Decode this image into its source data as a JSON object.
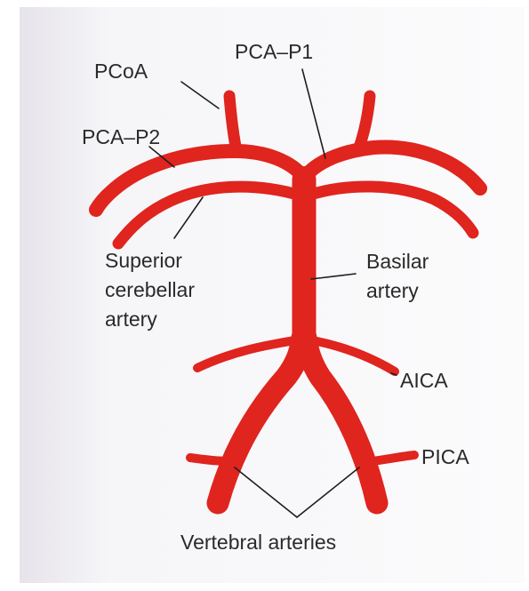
{
  "diagram": {
    "colors": {
      "artery": "#e0241e",
      "text": "#2a2a2a",
      "leader_line": "#1e1e1e",
      "background": "#f4f3f5"
    },
    "labels": {
      "pcoa": "PCoA",
      "pca_p1": "PCA–P1",
      "pca_p2": "PCA–P2",
      "superior_cerebellar": [
        "Superior",
        "cerebellar",
        "artery"
      ],
      "basilar": [
        "Basilar",
        "artery"
      ],
      "aica": "AICA",
      "pica": "PICA",
      "vertebral": "Vertebral arteries"
    }
  }
}
